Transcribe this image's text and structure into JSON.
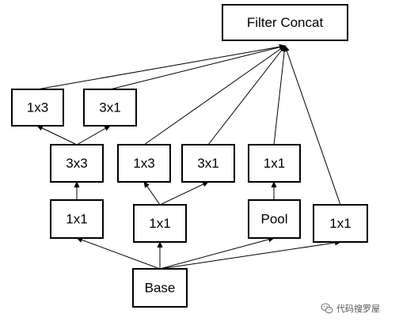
{
  "diagram": {
    "nodes": {
      "filter_concat": "Filter Concat",
      "b1_1x3": "1x3",
      "b1_3x1": "3x1",
      "b1_3x3": "3x3",
      "b1_1x1": "1x1",
      "b2_1x3": "1x3",
      "b2_3x1": "3x1",
      "b2_1x1": "1x1",
      "b3_1x1": "1x1",
      "b3_pool": "Pool",
      "b4_1x1": "1x1",
      "base": "Base"
    },
    "edges": [
      [
        "base",
        "b1_1x1"
      ],
      [
        "base",
        "b2_1x1"
      ],
      [
        "base",
        "b3_pool"
      ],
      [
        "base",
        "b4_1x1"
      ],
      [
        "b1_1x1",
        "b1_3x3"
      ],
      [
        "b1_3x3",
        "b1_1x3"
      ],
      [
        "b1_3x3",
        "b1_3x1"
      ],
      [
        "b2_1x1",
        "b2_1x3"
      ],
      [
        "b2_1x1",
        "b2_3x1"
      ],
      [
        "b3_pool",
        "b3_1x1"
      ],
      [
        "b1_1x3",
        "filter_concat"
      ],
      [
        "b1_3x1",
        "filter_concat"
      ],
      [
        "b2_1x3",
        "filter_concat"
      ],
      [
        "b2_3x1",
        "filter_concat"
      ],
      [
        "b3_1x1",
        "filter_concat"
      ],
      [
        "b4_1x1",
        "filter_concat"
      ]
    ]
  },
  "watermark": {
    "text": "代码搜罗屋",
    "icon": "wechat-icon"
  },
  "colors": {
    "stroke": "#000000",
    "background": "#ffffff",
    "watermark_text": "#555555"
  }
}
